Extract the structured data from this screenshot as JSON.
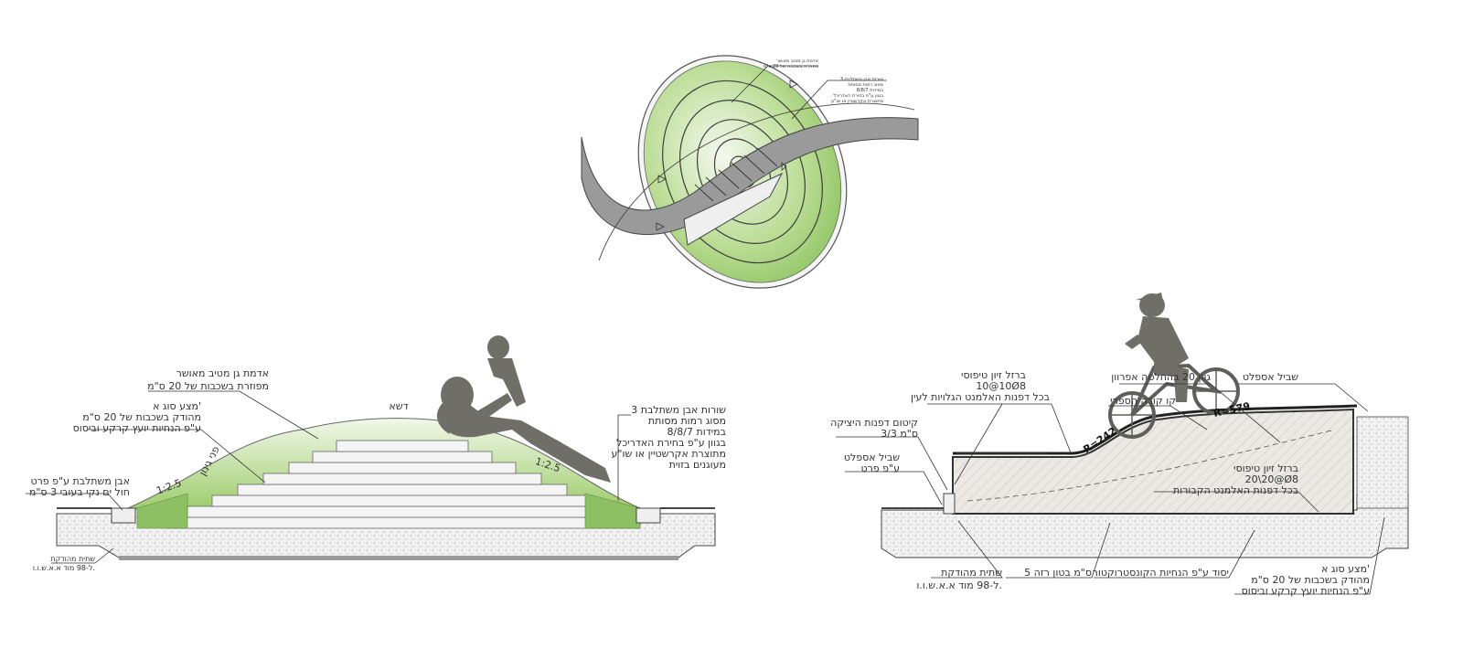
{
  "plan": {
    "note_top": "אדמת גן מטיב מאושר",
    "note_top_2": "מפוזרת בשכבות של 20 ס\"מ",
    "note_right": [
      "3 שורות אבן משתלבת",
      "מסוג רמות מסותת",
      "במידות 8/8/7",
      "בגוון ע\"פ בחירת האדריכל",
      "מתוצרת אקרשטיין או שו\"ע"
    ]
  },
  "mound": {
    "grass_label": "דשא",
    "slope_left": "1:2.5",
    "slope_right": "1:2.5",
    "face_label": "פני גינון",
    "topsoil": [
      "אדמת גן מטיב מאושר",
      "מפוזרת בשכבות של 20 ס\"מ"
    ],
    "subbase": [
      "מצע סוג א'",
      "מהודק בשכבות של 20 ס\"מ",
      "ע\"פ הנחיות יועץ קרקע וביסוס"
    ],
    "paver_left": [
      "אבן משתלבת ע\"פ פרט",
      "חול ים נקי בעובי 3 ס\"מ"
    ],
    "bed_left": [
      "שתית מהודקת",
      "ל-98 מוד א.א.ש.ו.ו."
    ],
    "stones": [
      "3 שורות אבן משתלבת",
      "מסוג רמות מסותת",
      "במידות 8/8/7",
      "בגוון ע\"פ בחירת האדריכל",
      "מתוצרת אקרשטיין או שו\"ע",
      "מעוגנים בזוית"
    ]
  },
  "bike": {
    "rebar_top": [
      "ברזל זיון טיפוסי",
      "10@10Ø8",
      "בכל דפנות האלמנט הגלויות לעין"
    ],
    "joint": [
      "קיטום דפנות היציקה",
      "3/3 ס\"מ"
    ],
    "asphalt_left": [
      "שביל אספלט",
      "ע\"פ פרט"
    ],
    "asphalt_right": "שביל אספלט",
    "concrete_note": "גוון 20 בהחלטה אפרוון",
    "line_note": "קו קורה הספרי",
    "radius_1": "R=579",
    "radius_2": "R=242",
    "rebar_inner": [
      "ברזל זיון טיפוסי",
      "20\\20@Ø8",
      "בכל דפנות האלמנט הקבורות"
    ],
    "bed": [
      "שתית מהודקת",
      "ל-98 מוד א.א.ש.ו.ו."
    ],
    "lean": "5 ס\"מ בטון רזה",
    "foundation": "יסוד ע\"פ הנחיות הקונסטרוקטור",
    "subbase": [
      "מצע סוג א'",
      "מהודק בשכבות של 20 ס\"מ",
      "ע\"פ הנחיות יועץ קרקע וביסוס"
    ]
  },
  "colors": {
    "grass": "#8cc063",
    "grass_light": "#cfe7ad",
    "road": "#9a9a9a",
    "silhouette": "#6f6f68",
    "concrete": "#e9e6e2"
  }
}
